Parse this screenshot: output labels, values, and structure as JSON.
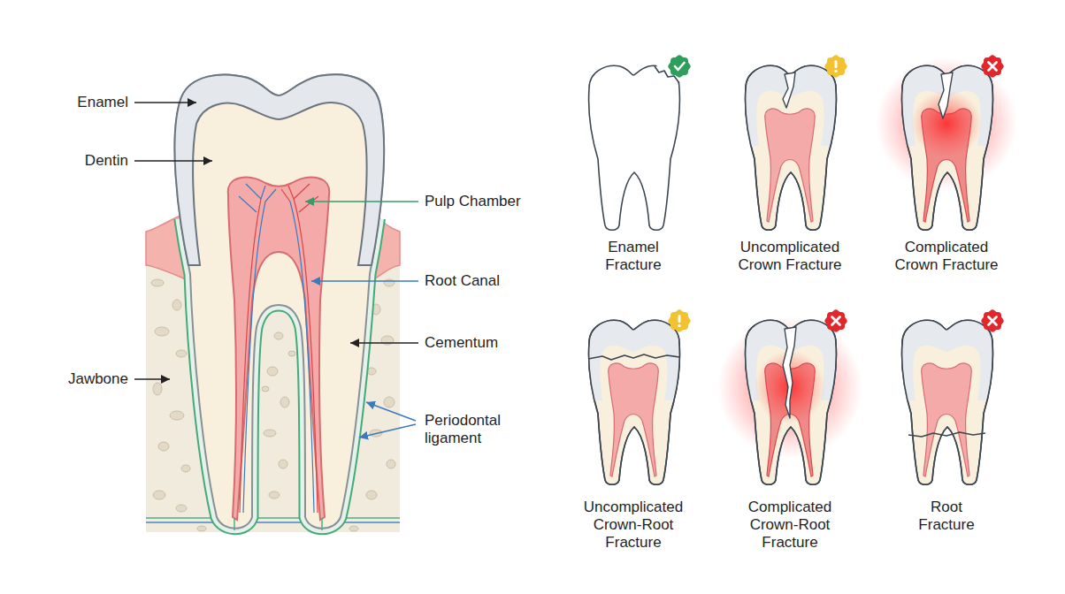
{
  "diagram": {
    "labels": [
      "Enamel",
      "Dentin",
      "Pulp Chamber",
      "Root Canal",
      "Cementum",
      "Jawbone",
      "Periodontal ligament",
      "Enamel Fracture",
      "Uncomplicated Crown Fracture",
      "Complicated Crown Fracture",
      "Uncomplicated Crown-Root Fracture",
      "Complicated Crown-Root Fracture",
      "Root Fracture"
    ]
  }
}
